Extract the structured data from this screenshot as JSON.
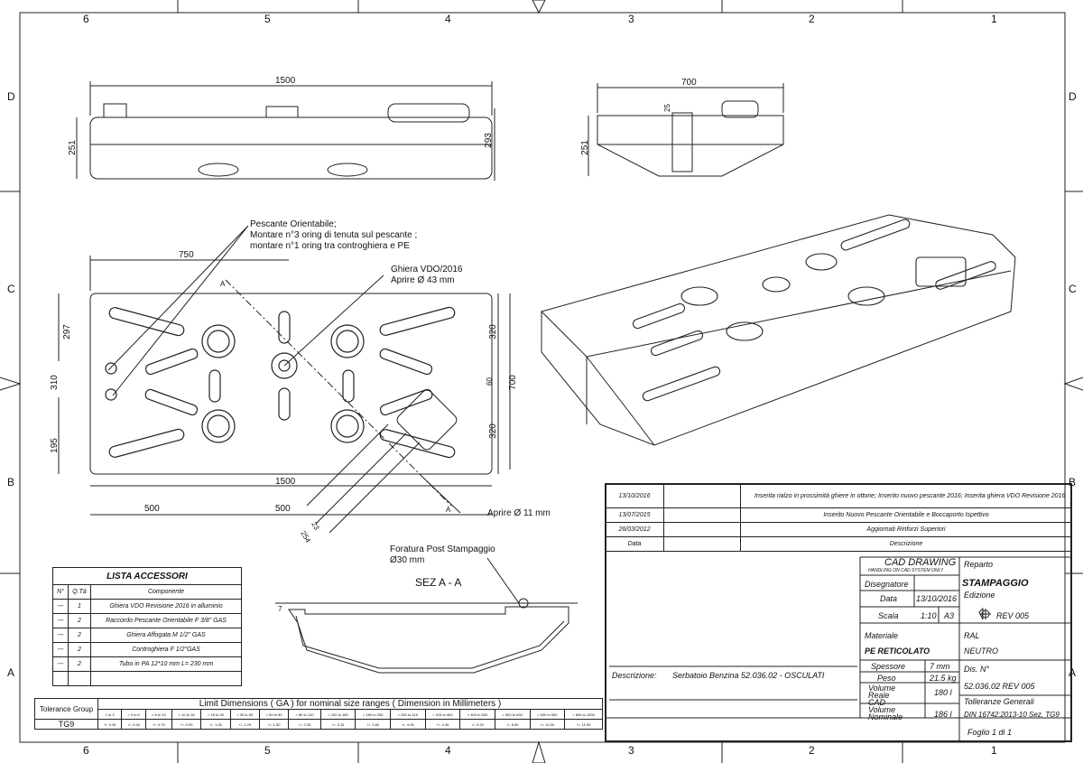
{
  "frame": {
    "columns": [
      "6",
      "5",
      "4",
      "3",
      "2",
      "1"
    ],
    "rows": [
      "D",
      "C",
      "B",
      "A"
    ]
  },
  "dimensions": {
    "front": {
      "length": "1500",
      "height_left": "251",
      "height_right": "293"
    },
    "side": {
      "width": "700",
      "height": "251",
      "top": "25"
    },
    "top": {
      "d750": "750",
      "d297": "297",
      "d310": "310",
      "d195": "195",
      "d1500": "1500",
      "d500a": "500",
      "d500b": "500",
      "d320a": "320",
      "d320b": "320",
      "d700": "700",
      "d60": "60",
      "d23": "23",
      "d254": "254"
    }
  },
  "annotations": {
    "pescante_title": "Pescante Orientabile;",
    "pescante_l2": "Montare n°3 oring di tenuta sul pescante ;",
    "pescante_l3": "montare n°1 oring tra controghiera e PE",
    "ghiera_title": "Ghiera VDO/2016",
    "ghiera_l2": "Aprire Ø 43 mm",
    "aprire": "Aprire Ø 11 mm",
    "foratura_l1": "Foratura Post Stampaggio",
    "foratura_l2": "Ø30 mm",
    "section_title": "SEZ A - A",
    "section_mark": "A",
    "section_dim": "7"
  },
  "accessories": {
    "title": "LISTA ACCESSORI",
    "headers": [
      "N°",
      "Q.Tà",
      "Componente"
    ],
    "rows": [
      [
        "---",
        "1",
        "Ghiera VDO Revisione 2016 in alluminio"
      ],
      [
        "---",
        "2",
        "Raccordo Pescante Orientabile F 3/8\" GAS"
      ],
      [
        "---",
        "2",
        "Ghiera Affogata M 1/2\" GAS"
      ],
      [
        "---",
        "2",
        "Controghiera F 1/2\"GAS"
      ],
      [
        "---",
        "2",
        "Tubo in PA 12*10 mm L= 230 mm"
      ]
    ]
  },
  "tolerance": {
    "group_label": "Tolerance Group",
    "title": "Limit Dimensions ( GA ) for nominal size ranges ( Dimension in Millimeters )",
    "ranges": [
      "1 to 3",
      "> 3 to 6",
      "> 6 to 10",
      "> 10 to 18",
      "> 18 to 30",
      "> 30 to 50",
      "> 50 to 80",
      "> 80 to 120",
      "> 120 to 180",
      "> 180 to 250",
      "> 250 to 315",
      "> 315 to 400",
      "> 400 to 500",
      "> 500 to 630",
      "> 630 to 800",
      "> 800 to 1000"
    ],
    "group": "TG9",
    "values": [
      "+/- 0.30",
      "+/- 0.40",
      "+/- 0.75",
      "+/- 0.90",
      "+/- 1.05",
      "+/- 1.25",
      "+/- 1.50",
      "+/- 2.25",
      "+/- 3.15",
      "+/- 3.60",
      "+/- 4.05",
      "+/- 4.45",
      "+/- 5.20",
      "+/- 8.50",
      "+/- 10.00",
      "+/- 11.50"
    ]
  },
  "revisions": {
    "rows": [
      [
        "13/10/2016",
        "Inserita rialzo in prossimità ghiere in ottone; Inserito nuovo pescante 2016; Inserita ghiera VDO Revisione 2016"
      ],
      [
        "13/07/2015",
        "Inserito Nuovo Pescante Orientabile e Boccaporto Ispettivo"
      ],
      [
        "26/03/2012",
        "Aggiornati Rinforzi Superiori"
      ]
    ],
    "header_date": "Data",
    "header_desc": "Descrizione"
  },
  "title_block": {
    "cad": "CAD  DRAWING",
    "cad_sub": "HANDLING ON CAD SYSTEM ONLY",
    "reparto_label": "Reparto",
    "reparto": "STAMPAGGIO",
    "disegnatore_label": "Disegnatore",
    "data_label": "Data",
    "data": "13/10/2016",
    "edizione_label": "Edizione",
    "scala_label": "Scala",
    "scala": "1:10",
    "format": "A3",
    "edizione": "REV 005",
    "materiale_label": "Materiale",
    "materiale": "PE RETICOLATO",
    "ral_label": "RAL",
    "ral": "NEUTRO",
    "descr_label": "Descrizione:",
    "descr": "Serbatoio Benzina 52.036.02 - OSCULATI",
    "spessore_label": "Spessore",
    "spessore": "7 mm",
    "peso_label": "Peso",
    "peso": "21.5 kg",
    "vol_cad_label": "Volume Reale CAD",
    "vol_cad": "180 l",
    "vol_nom_label": "Volume Nominale",
    "vol_nom": "186 l",
    "dis_label": "Dis. N°",
    "dis": "52.036.02 REV 005",
    "toll_label": "Tolleranze Generali",
    "toll": "DIN 16742:2013-10 Sez. TG9",
    "foglio": "Foglio 1 di 1"
  }
}
